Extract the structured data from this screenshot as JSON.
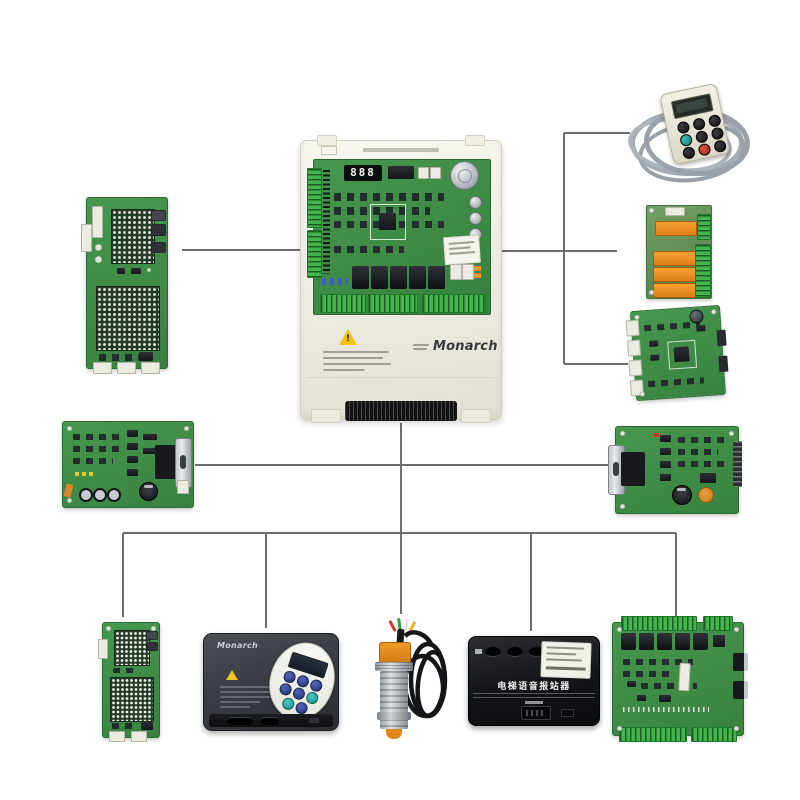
{
  "page": {
    "background": "#ffffff"
  },
  "diagram": {
    "line_color": "#6e6e6e",
    "nodes": [
      {
        "id": "main-controller",
        "texts": [
          "Monarch",
          "888"
        ]
      },
      {
        "id": "handheld-operator-keypad"
      },
      {
        "id": "relay-interface-board"
      },
      {
        "id": "car-io-board"
      },
      {
        "id": "hall-display-board"
      },
      {
        "id": "serial-interface-board-left"
      },
      {
        "id": "serial-interface-board-right"
      },
      {
        "id": "car-display-board"
      },
      {
        "id": "door-machine-controller",
        "texts": [
          "Monarch"
        ]
      },
      {
        "id": "leveling-sensor"
      },
      {
        "id": "voice-announcer",
        "texts": [
          "电梯语音报站器"
        ]
      },
      {
        "id": "expansion-io-board"
      }
    ],
    "edges": [
      [
        "main-controller",
        "hall-display-board"
      ],
      [
        "main-controller",
        "handheld-operator-keypad"
      ],
      [
        "main-controller",
        "relay-interface-board"
      ],
      [
        "main-controller",
        "car-io-board"
      ],
      [
        "main-controller",
        "serial-interface-board-left"
      ],
      [
        "main-controller",
        "serial-interface-board-right"
      ],
      [
        "main-controller",
        "car-display-board"
      ],
      [
        "main-controller",
        "door-machine-controller"
      ],
      [
        "main-controller",
        "leveling-sensor"
      ],
      [
        "main-controller",
        "voice-announcer"
      ],
      [
        "main-controller",
        "expansion-io-board"
      ]
    ]
  },
  "controller": {
    "brand": "Monarch",
    "display": "888",
    "warning_mark": "!"
  },
  "door_controller": {
    "brand": "Monarch"
  },
  "voice_announcer": {
    "label": "电梯语音报站器"
  },
  "colors": {
    "pcb_green": "#3e8e49",
    "terminal_green": "#43b54d",
    "relay_orange": "#ee8c26",
    "enclosure_ivory": "#f0eee4",
    "device_gray": "#3a3e45",
    "box_black": "#141518",
    "sensor_orange": "#e8861f",
    "cable_gray": "#a8aeb6",
    "connector_line": "#6e6e6e"
  }
}
